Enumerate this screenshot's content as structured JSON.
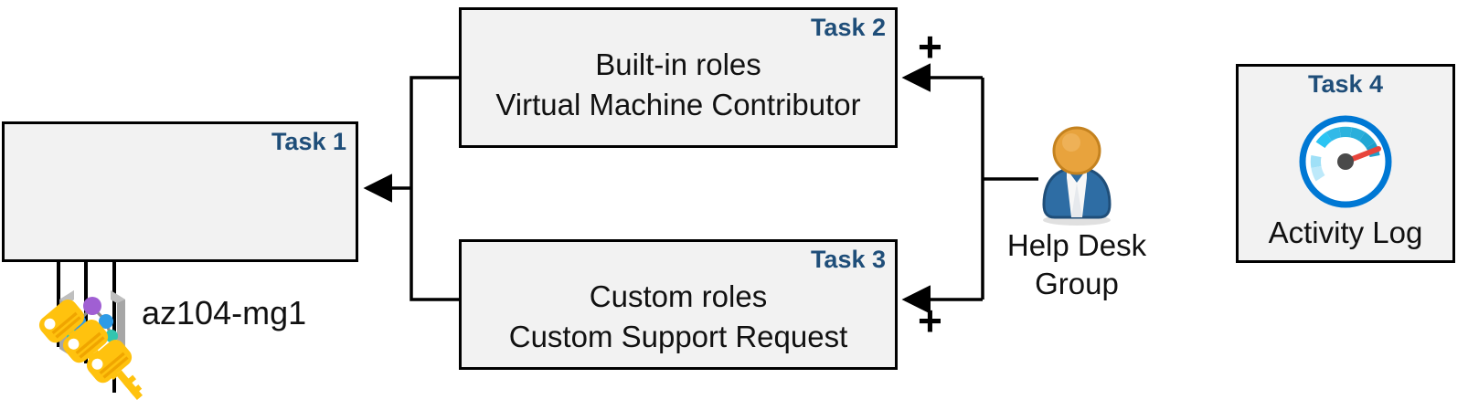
{
  "diagram": {
    "title": "Azure RBAC task diagram",
    "colors": {
      "task_label": "#1F4E79",
      "box_fill": "#F2F2F2",
      "box_border": "#000000",
      "connector": "#000000",
      "key_gold": "#FFC20E",
      "person_head": "#E8A33D",
      "person_body": "#2E6DA4",
      "gauge_ring": "#0078D4",
      "gauge_needle": "#E8453C",
      "mg_node_purple": "#A05FD3",
      "mg_node_blue": "#2E9BE6",
      "mg_node_teal": "#32C5B0",
      "mg_bracket": "#A6A6A6"
    }
  },
  "task1": {
    "label": "Task 1",
    "title": "az104-mg1",
    "icon": "management-group-icon"
  },
  "task2": {
    "label": "Task 2",
    "text": "Built-in roles\nVirtual Machine Contributor"
  },
  "task3": {
    "label": "Task 3",
    "text": "Custom roles\nCustom Support Request"
  },
  "task4": {
    "label": "Task 4",
    "title": "Activity Log",
    "icon": "activity-log-gauge-icon"
  },
  "actor": {
    "label": "Help Desk\nGroup",
    "icon": "user-group-icon"
  },
  "keys": {
    "icon": "keys-icon",
    "count": 3
  },
  "connectors": {
    "plus_top": "+",
    "plus_bottom": "+"
  }
}
